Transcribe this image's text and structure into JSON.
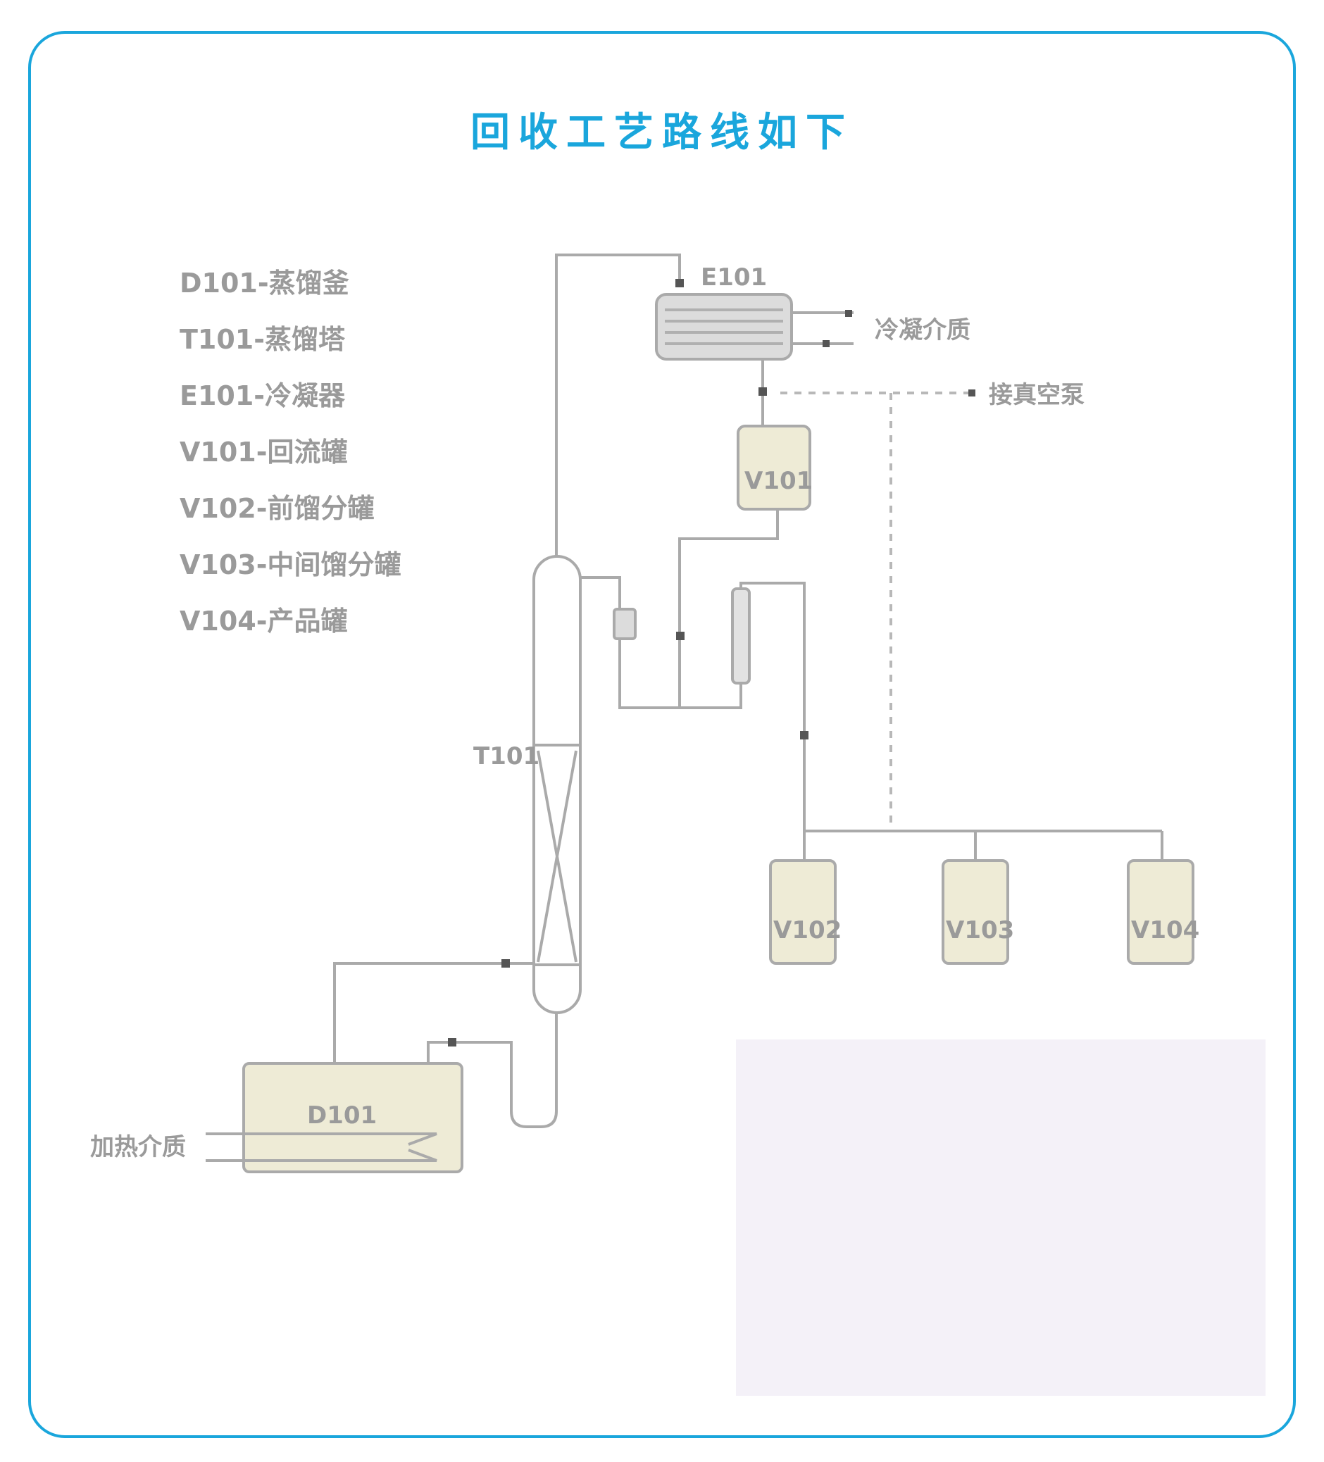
{
  "title": "回收工艺路线如下",
  "legend": [
    "D101-蒸馏釜",
    "T101-蒸馏塔",
    "E101-冷凝器",
    "V101-回流罐",
    "V102-前馏分罐",
    "V103-中间馏分罐",
    "V104-产品罐"
  ],
  "equipment": {
    "condenser": "E101",
    "reflux_drum": "V101",
    "column": "T101",
    "still": "D101",
    "tank_front": "V102",
    "tank_middle": "V103",
    "tank_product": "V104"
  },
  "streams": {
    "cooling": "冷凝介质",
    "vacuum": "接真空泵",
    "heating": "加热介质"
  },
  "colors": {
    "frame": "#1aa6dc",
    "title": "#1aa6dc",
    "vessel_fill": "#eeebd6",
    "pipe": "#aaaaaa",
    "text": "#9a9a9a",
    "panel": "#f4f1f8"
  }
}
